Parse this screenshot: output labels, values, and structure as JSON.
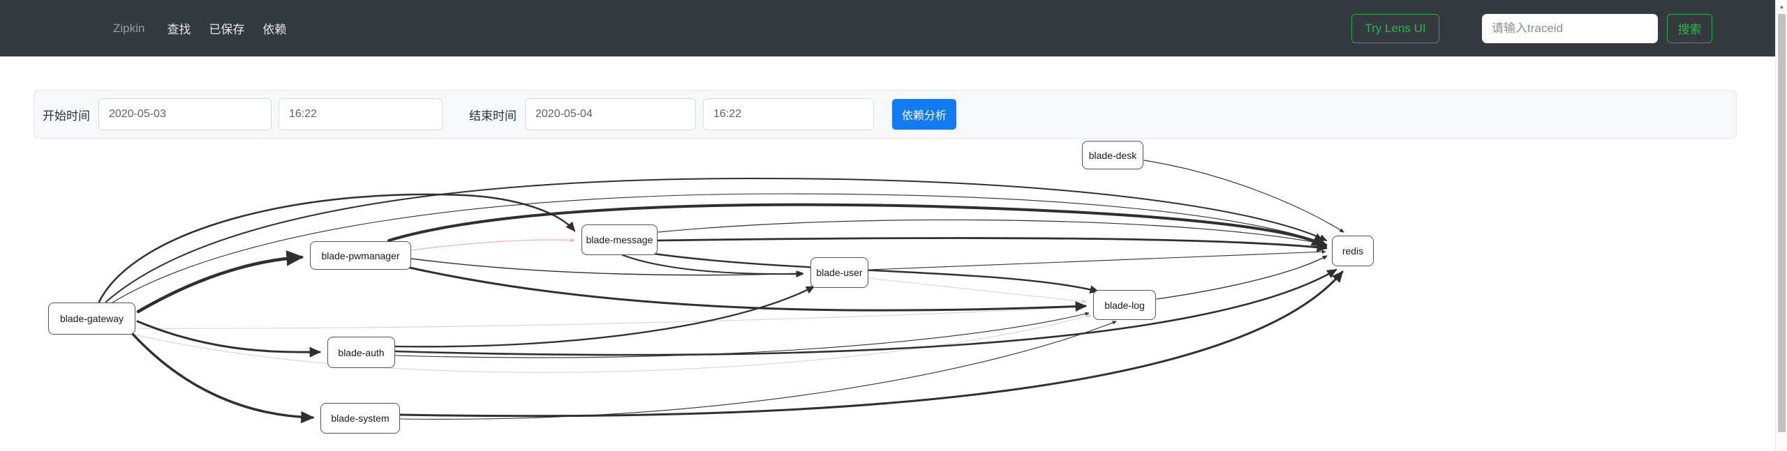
{
  "navbar": {
    "brand": "Zipkin",
    "items": [
      {
        "label": "查找"
      },
      {
        "label": "已保存"
      },
      {
        "label": "依赖"
      }
    ],
    "try_lens_label": "Try Lens UI",
    "search_placeholder": "请输入traceid",
    "search_button_label": "搜索",
    "colors": {
      "background": "#343a40",
      "accent_green": "#28a745"
    }
  },
  "filter_bar": {
    "start_label": "开始时间",
    "start_date": "2020-05-03",
    "start_time": "16:22",
    "end_label": "结束时间",
    "end_date": "2020-05-04",
    "end_time": "16:22",
    "analyze_button_label": "依赖分析",
    "analyze_button_color": "#127bf3"
  },
  "graph": {
    "nodes": [
      {
        "id": "blade-gateway",
        "label": "blade-gateway"
      },
      {
        "id": "blade-pwmanager",
        "label": "blade-pwmanager"
      },
      {
        "id": "blade-auth",
        "label": "blade-auth"
      },
      {
        "id": "blade-system",
        "label": "blade-system"
      },
      {
        "id": "blade-message",
        "label": "blade-message"
      },
      {
        "id": "blade-user",
        "label": "blade-user"
      },
      {
        "id": "blade-log",
        "label": "blade-log"
      },
      {
        "id": "blade-desk",
        "label": "blade-desk"
      },
      {
        "id": "redis",
        "label": "redis"
      }
    ],
    "edges": [
      {
        "source": "blade-gateway",
        "target": "blade-pwmanager",
        "style": "bold"
      },
      {
        "source": "blade-gateway",
        "target": "blade-message",
        "style": "normal"
      },
      {
        "source": "blade-gateway",
        "target": "redis",
        "style": "normal"
      },
      {
        "source": "blade-gateway",
        "target": "redis",
        "style": "thin"
      },
      {
        "source": "blade-gateway",
        "target": "blade-auth",
        "style": "bold"
      },
      {
        "source": "blade-gateway",
        "target": "blade-system",
        "style": "bold"
      },
      {
        "source": "blade-gateway",
        "target": "blade-log",
        "style": "light"
      },
      {
        "source": "blade-gateway",
        "target": "blade-log",
        "style": "light"
      },
      {
        "source": "blade-pwmanager",
        "target": "redis",
        "style": "bold"
      },
      {
        "source": "blade-pwmanager",
        "target": "blade-message",
        "style": "error"
      },
      {
        "source": "blade-pwmanager",
        "target": "blade-user",
        "style": "thin"
      },
      {
        "source": "blade-pwmanager",
        "target": "blade-log",
        "style": "bold"
      },
      {
        "source": "blade-message",
        "target": "redis",
        "style": "thin"
      },
      {
        "source": "blade-message",
        "target": "redis",
        "style": "normal"
      },
      {
        "source": "blade-message",
        "target": "blade-log",
        "style": "normal"
      },
      {
        "source": "blade-message",
        "target": "blade-user",
        "style": "normal"
      },
      {
        "source": "blade-auth",
        "target": "blade-user",
        "style": "normal"
      },
      {
        "source": "blade-auth",
        "target": "redis",
        "style": "normal"
      },
      {
        "source": "blade-auth",
        "target": "blade-log",
        "style": "thin"
      },
      {
        "source": "blade-system",
        "target": "redis",
        "style": "bold"
      },
      {
        "source": "blade-system",
        "target": "blade-log",
        "style": "thin"
      },
      {
        "source": "blade-user",
        "target": "redis",
        "style": "thin"
      },
      {
        "source": "blade-user",
        "target": "blade-log",
        "style": "light"
      },
      {
        "source": "blade-log",
        "target": "redis",
        "style": "thin"
      },
      {
        "source": "blade-desk",
        "target": "redis",
        "style": "thin"
      }
    ],
    "edge_colors": {
      "normal": "#2f2f2f",
      "light": "#d8d8d8",
      "error": "#eeb3b1"
    }
  },
  "scrollbar": {
    "up_arrow": "▲"
  }
}
